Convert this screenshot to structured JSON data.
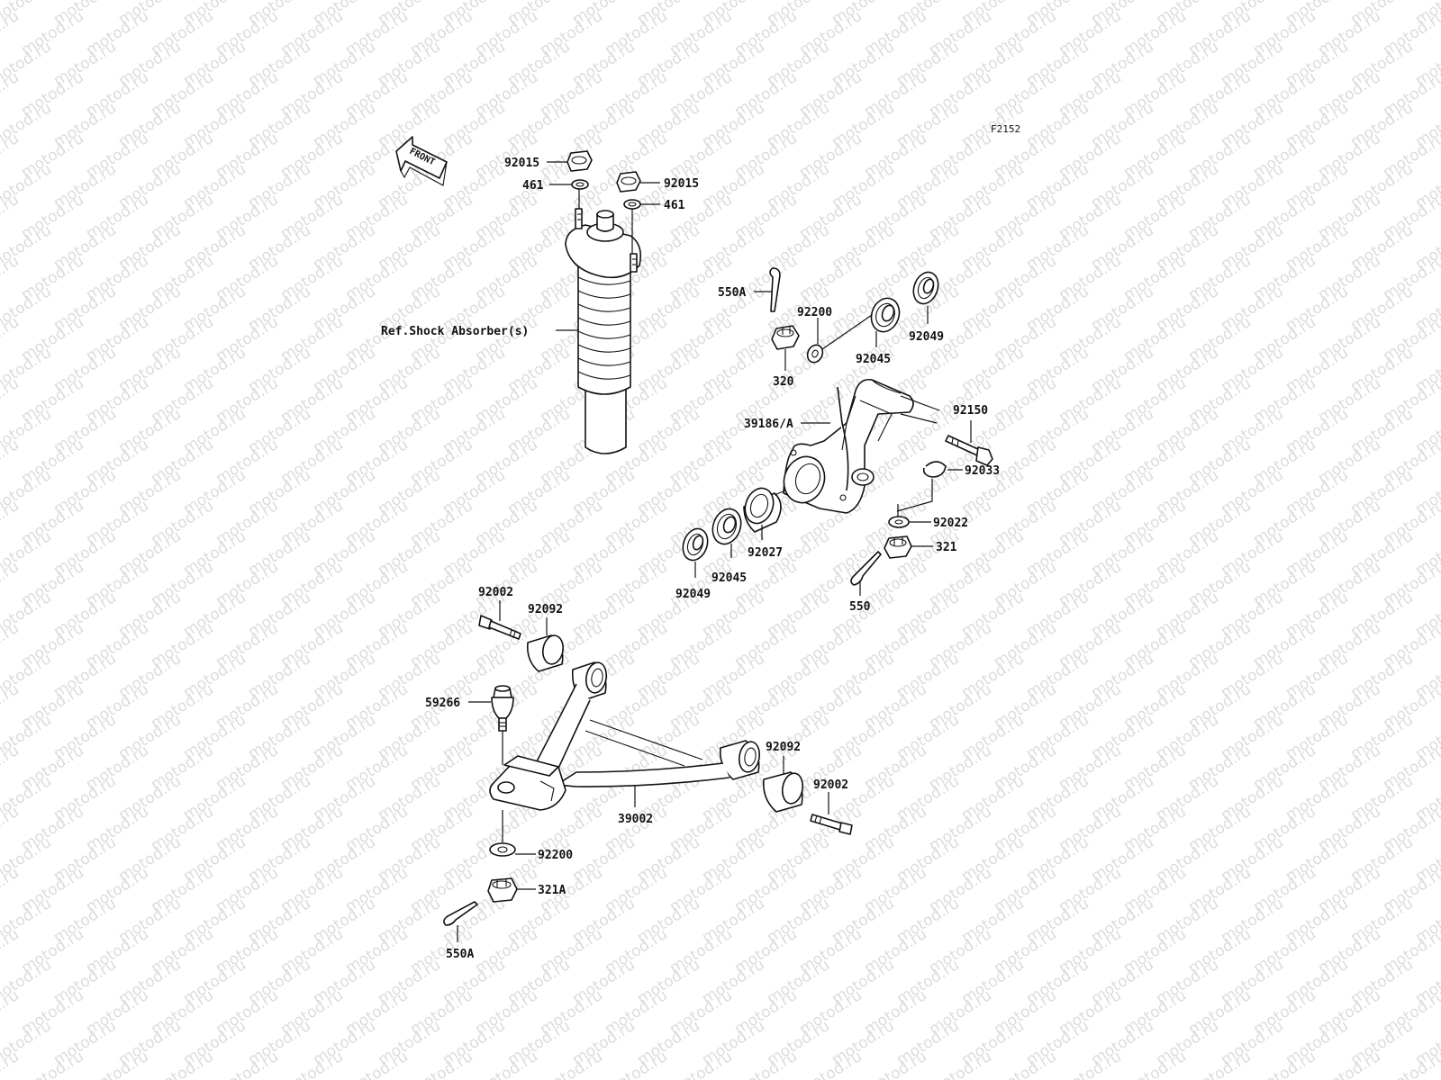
{
  "figure_code": "F2152",
  "watermark": "motod.ru",
  "front_arrow": "FRONT",
  "labels": {
    "nut_top_left": "92015",
    "washer_top_left": "461",
    "nut_top_right": "92015",
    "washer_top_right": "461",
    "shock_ref": "Ref.Shock Absorber(s)",
    "cotter_pin_top": "550A",
    "washer_knuckle": "92200",
    "castle_nut_knuckle": "320",
    "bearing_top_small": "92045",
    "bearing_top_large": "92049",
    "knuckle": "39186/A",
    "bolt_knuckle": "92150",
    "circlip": "92033",
    "washer_lower_knuckle": "92022",
    "nut_lower_knuckle": "321",
    "cotter_pin_lower": "550",
    "sleeve": "92027",
    "bearing_bottom_small": "92045",
    "bearing_bottom_large": "92049",
    "bolt_arm_left": "92002",
    "bushing_arm_left": "92092",
    "ball_joint": "59266",
    "bushing_arm_right": "92092",
    "bolt_arm_right": "92002",
    "a_arm": "39002",
    "washer_arm": "92200",
    "castle_nut_arm": "321A",
    "cotter_pin_arm": "550A"
  }
}
